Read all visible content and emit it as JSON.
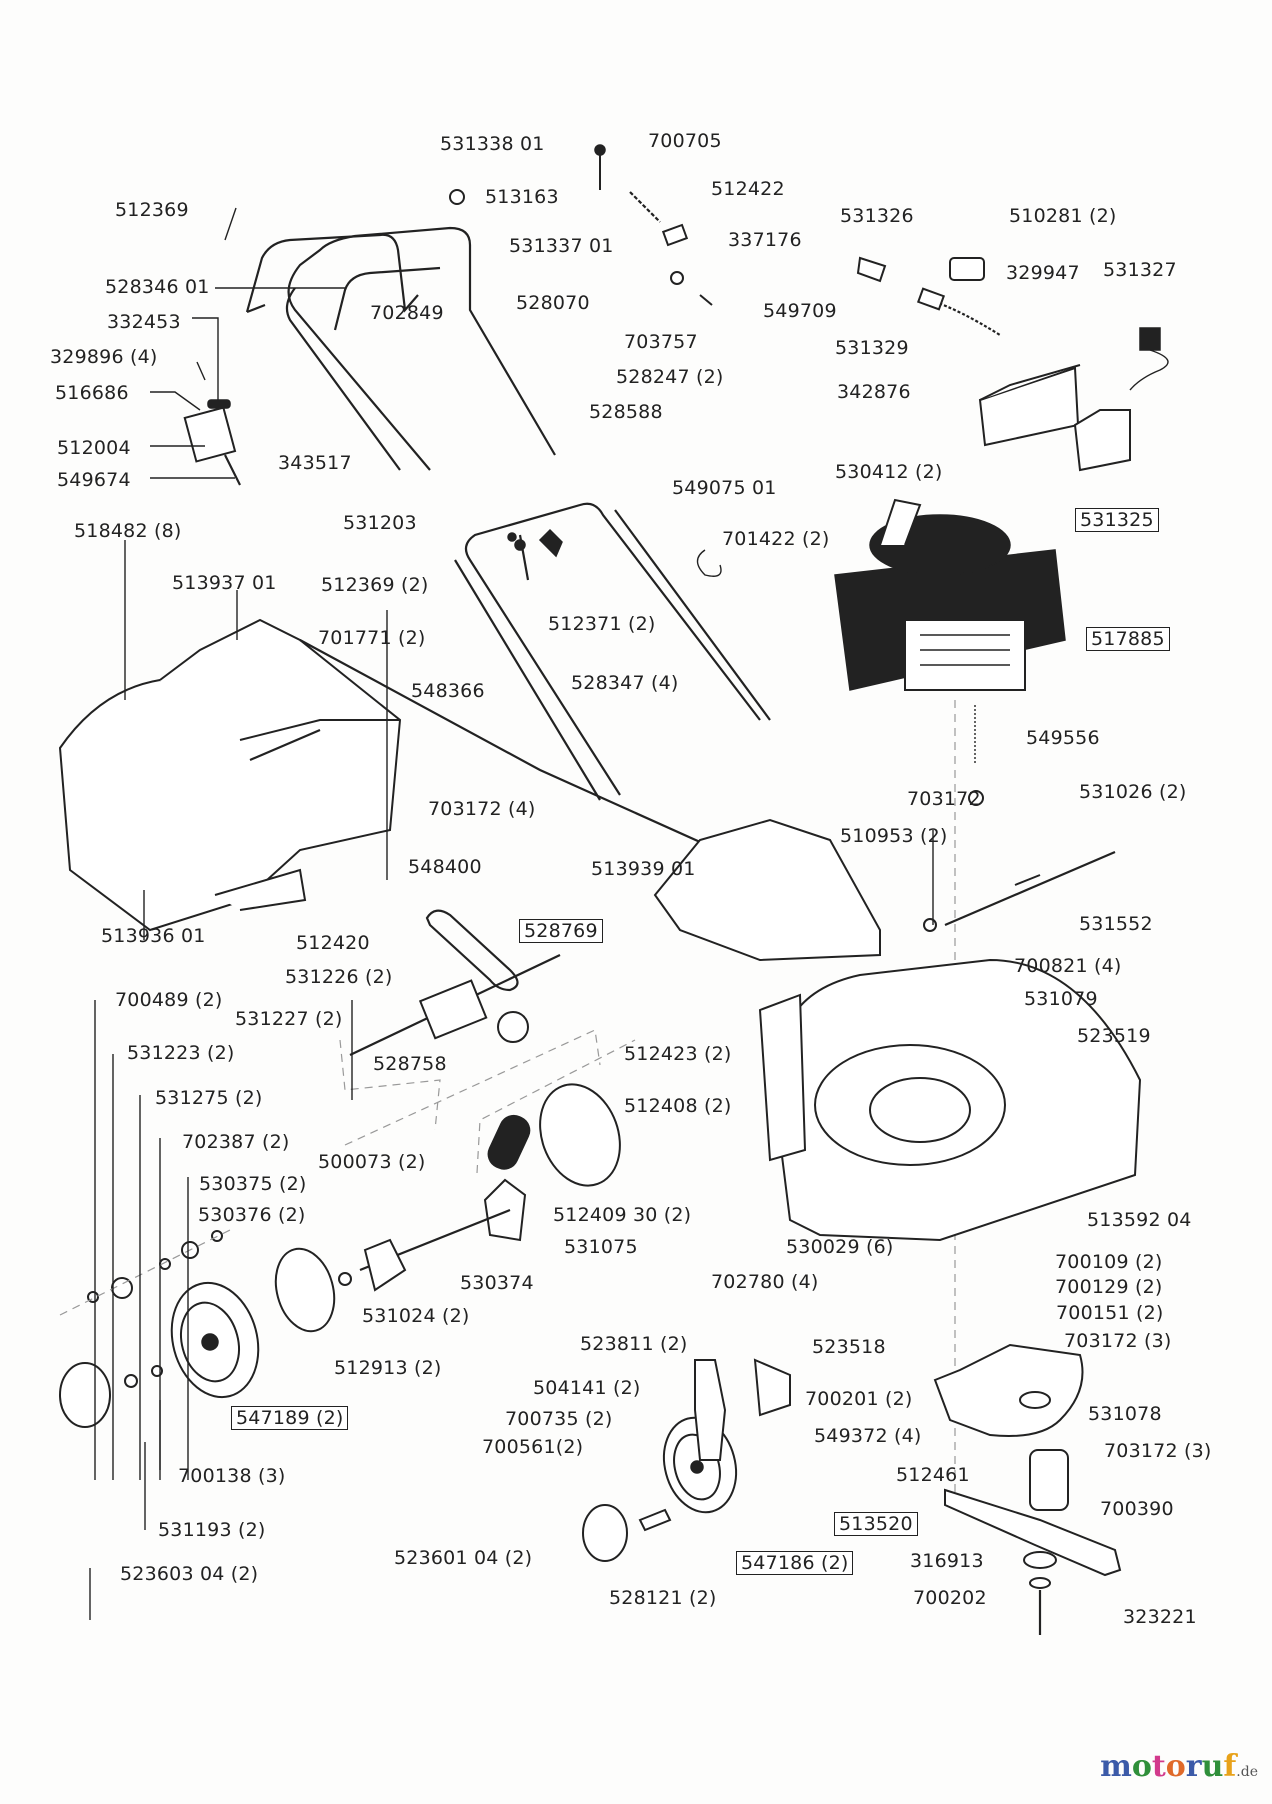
{
  "diagram": {
    "title": "Lawn mower exploded parts diagram",
    "labels": [
      {
        "id": "p531338",
        "text": "531338 01",
        "boxed": false
      },
      {
        "id": "p700705",
        "text": "700705",
        "boxed": false
      },
      {
        "id": "p512369a",
        "text": "512369",
        "boxed": false
      },
      {
        "id": "p513163",
        "text": "513163",
        "boxed": false
      },
      {
        "id": "p512422",
        "text": "512422",
        "boxed": false
      },
      {
        "id": "p531326",
        "text": "531326",
        "boxed": false
      },
      {
        "id": "p510281",
        "text": "510281 (2)",
        "boxed": false
      },
      {
        "id": "p531337",
        "text": "531337 01",
        "boxed": false
      },
      {
        "id": "p337176",
        "text": "337176",
        "boxed": false
      },
      {
        "id": "p528346",
        "text": "528346 01",
        "boxed": false
      },
      {
        "id": "p329947",
        "text": "329947",
        "boxed": false
      },
      {
        "id": "p531327",
        "text": "531327",
        "boxed": false
      },
      {
        "id": "p528070",
        "text": "528070",
        "boxed": false
      },
      {
        "id": "p549709",
        "text": "549709",
        "boxed": false
      },
      {
        "id": "p332453",
        "text": "332453",
        "boxed": false
      },
      {
        "id": "p702849",
        "text": "702849",
        "boxed": false
      },
      {
        "id": "p531329",
        "text": "531329",
        "boxed": false
      },
      {
        "id": "p703757",
        "text": "703757",
        "boxed": false
      },
      {
        "id": "p329896",
        "text": "329896 (4)",
        "boxed": false
      },
      {
        "id": "p528247",
        "text": "528247 (2)",
        "boxed": false
      },
      {
        "id": "p516686",
        "text": "516686",
        "boxed": false
      },
      {
        "id": "p342876",
        "text": "342876",
        "boxed": false
      },
      {
        "id": "p528588",
        "text": "528588",
        "boxed": false
      },
      {
        "id": "p512004",
        "text": "512004",
        "boxed": false
      },
      {
        "id": "p343517",
        "text": "343517",
        "boxed": false
      },
      {
        "id": "p530412",
        "text": "530412 (2)",
        "boxed": false
      },
      {
        "id": "p549674",
        "text": "549674",
        "boxed": false
      },
      {
        "id": "p549075",
        "text": "549075 01",
        "boxed": false
      },
      {
        "id": "p531325",
        "text": "531325",
        "boxed": true
      },
      {
        "id": "p518482",
        "text": "518482 (8)",
        "boxed": false
      },
      {
        "id": "p531203",
        "text": "531203",
        "boxed": false
      },
      {
        "id": "p701422",
        "text": "701422 (2)",
        "boxed": false
      },
      {
        "id": "p513937",
        "text": "513937 01",
        "boxed": false
      },
      {
        "id": "p512369b",
        "text": "512369 (2)",
        "boxed": false
      },
      {
        "id": "p512371",
        "text": "512371 (2)",
        "boxed": false
      },
      {
        "id": "p701771",
        "text": "701771 (2)",
        "boxed": false
      },
      {
        "id": "p517885",
        "text": "517885",
        "boxed": true
      },
      {
        "id": "p548366",
        "text": "548366",
        "boxed": false
      },
      {
        "id": "p528347",
        "text": "528347 (4)",
        "boxed": false
      },
      {
        "id": "p549556",
        "text": "549556",
        "boxed": false
      },
      {
        "id": "p531026",
        "text": "531026 (2)",
        "boxed": false
      },
      {
        "id": "p703172a",
        "text": "703172",
        "boxed": false
      },
      {
        "id": "p703172b",
        "text": "703172 (4)",
        "boxed": false
      },
      {
        "id": "p510953",
        "text": "510953 (2)",
        "boxed": false
      },
      {
        "id": "p548400",
        "text": "548400",
        "boxed": false
      },
      {
        "id": "p513939",
        "text": "513939 01",
        "boxed": false
      },
      {
        "id": "p531552",
        "text": "531552",
        "boxed": false
      },
      {
        "id": "p513936",
        "text": "513936 01",
        "boxed": false
      },
      {
        "id": "p512420",
        "text": "512420",
        "boxed": false
      },
      {
        "id": "p528769",
        "text": "528769",
        "boxed": true
      },
      {
        "id": "p700821",
        "text": "700821 (4)",
        "boxed": false
      },
      {
        "id": "p531226",
        "text": "531226 (2)",
        "boxed": false
      },
      {
        "id": "p531079",
        "text": "531079",
        "boxed": false
      },
      {
        "id": "p700489",
        "text": "700489 (2)",
        "boxed": false
      },
      {
        "id": "p531227",
        "text": "531227 (2)",
        "boxed": false
      },
      {
        "id": "p528758",
        "text": "528758",
        "boxed": false
      },
      {
        "id": "p512423",
        "text": "512423 (2)",
        "boxed": false
      },
      {
        "id": "p523519",
        "text": "523519",
        "boxed": false
      },
      {
        "id": "p531223",
        "text": "531223 (2)",
        "boxed": false
      },
      {
        "id": "p531275",
        "text": "531275 (2)",
        "boxed": false
      },
      {
        "id": "p512408",
        "text": "512408 (2)",
        "boxed": false
      },
      {
        "id": "p702387",
        "text": "702387 (2)",
        "boxed": false
      },
      {
        "id": "p500073",
        "text": "500073 (2)",
        "boxed": false
      },
      {
        "id": "p530375",
        "text": "530375 (2)",
        "boxed": false
      },
      {
        "id": "p512409",
        "text": "512409 30 (2)",
        "boxed": false
      },
      {
        "id": "p513592",
        "text": "513592 04",
        "boxed": false
      },
      {
        "id": "p530376",
        "text": "530376 (2)",
        "boxed": false
      },
      {
        "id": "p531075",
        "text": "531075",
        "boxed": false
      },
      {
        "id": "p530029",
        "text": "530029 (6)",
        "boxed": false
      },
      {
        "id": "p700109",
        "text": "700109 (2)",
        "boxed": false
      },
      {
        "id": "p530374",
        "text": "530374",
        "boxed": false
      },
      {
        "id": "p702780",
        "text": "702780 (4)",
        "boxed": false
      },
      {
        "id": "p700129",
        "text": "700129 (2)",
        "boxed": false
      },
      {
        "id": "p531024",
        "text": "531024 (2)",
        "boxed": false
      },
      {
        "id": "p700151",
        "text": "700151 (2)",
        "boxed": false
      },
      {
        "id": "p523811",
        "text": "523811 (2)",
        "boxed": false
      },
      {
        "id": "p523518",
        "text": "523518",
        "boxed": false
      },
      {
        "id": "p703172c",
        "text": "703172 (3)",
        "boxed": false
      },
      {
        "id": "p512913",
        "text": "512913 (2)",
        "boxed": false
      },
      {
        "id": "p700201",
        "text": "700201 (2)",
        "boxed": false
      },
      {
        "id": "p531078",
        "text": "531078",
        "boxed": false
      },
      {
        "id": "p504141",
        "text": "504141 (2)",
        "boxed": false
      },
      {
        "id": "p547189",
        "text": "547189 (2)",
        "boxed": true
      },
      {
        "id": "p700735",
        "text": "700735 (2)",
        "boxed": false
      },
      {
        "id": "p549372",
        "text": "549372 (4)",
        "boxed": false
      },
      {
        "id": "p703172d",
        "text": "703172 (3)",
        "boxed": false
      },
      {
        "id": "p700561",
        "text": "700561(2)",
        "boxed": false
      },
      {
        "id": "p512461",
        "text": "512461",
        "boxed": false
      },
      {
        "id": "p700138",
        "text": "700138 (3)",
        "boxed": false
      },
      {
        "id": "p700390",
        "text": "700390",
        "boxed": false
      },
      {
        "id": "p513520",
        "text": "513520",
        "boxed": true
      },
      {
        "id": "p531193",
        "text": "531193 (2)",
        "boxed": false
      },
      {
        "id": "p523601",
        "text": "523601 04 (2)",
        "boxed": false
      },
      {
        "id": "p316913",
        "text": "316913",
        "boxed": false
      },
      {
        "id": "p547186",
        "text": "547186 (2)",
        "boxed": true
      },
      {
        "id": "p523603",
        "text": "523603 04 (2)",
        "boxed": false
      },
      {
        "id": "p700202",
        "text": "700202",
        "boxed": false
      },
      {
        "id": "p528121",
        "text": "528121 (2)",
        "boxed": false
      },
      {
        "id": "p323221",
        "text": "323221",
        "boxed": false
      }
    ]
  },
  "watermark": {
    "letters": [
      {
        "ch": "m",
        "color": "#3b5aa8"
      },
      {
        "ch": "o",
        "color": "#2f8f3a"
      },
      {
        "ch": "t",
        "color": "#d23a8c"
      },
      {
        "ch": "o",
        "color": "#e06a2a"
      },
      {
        "ch": "r",
        "color": "#3b5aa8"
      },
      {
        "ch": "u",
        "color": "#2f8f3a"
      },
      {
        "ch": "f",
        "color": "#e8a21a"
      }
    ],
    "suffix": ".de"
  }
}
